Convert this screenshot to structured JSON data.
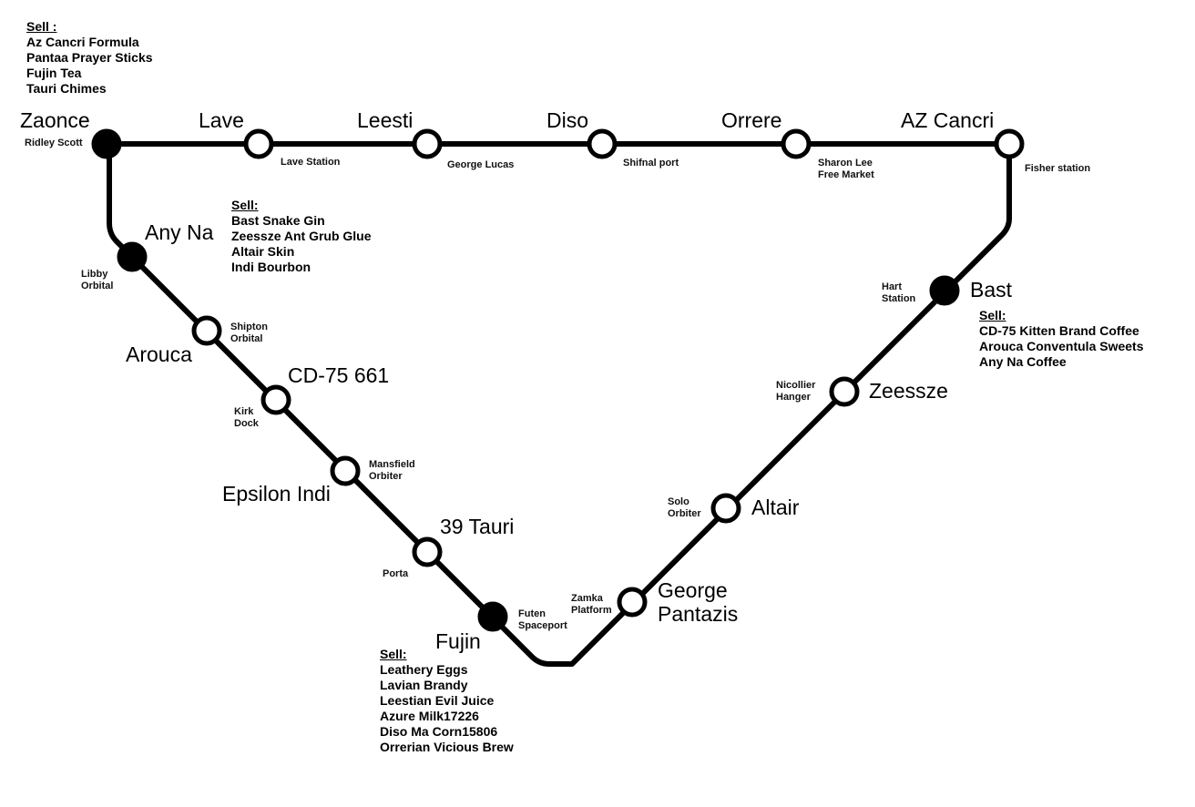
{
  "stations": [
    {
      "name": "Zaonce",
      "port": [
        "Ridley Scott"
      ],
      "hub": true
    },
    {
      "name": "Lave",
      "port": [
        "Lave Station"
      ],
      "hub": false
    },
    {
      "name": "Leesti",
      "port": [
        "George Lucas"
      ],
      "hub": false
    },
    {
      "name": "Diso",
      "port": [
        "Shifnal port"
      ],
      "hub": false
    },
    {
      "name": "Orrere",
      "port": [
        "Sharon Lee",
        "Free Market"
      ],
      "hub": false
    },
    {
      "name": "AZ Cancri",
      "port": [
        "Fisher station"
      ],
      "hub": false
    },
    {
      "name": "Bast",
      "port": [
        "Hart",
        "Station"
      ],
      "hub": true
    },
    {
      "name": "Zeessze",
      "port": [
        "Nicollier",
        "Hanger"
      ],
      "hub": false
    },
    {
      "name": "Altair",
      "port": [
        "Solo",
        "Orbiter"
      ],
      "hub": false
    },
    {
      "name": [
        "George",
        "Pantazis"
      ],
      "port": [
        "Zamka",
        "Platform"
      ],
      "hub": false
    },
    {
      "name": "Fujin",
      "port": [
        "Futen",
        "Spaceport"
      ],
      "hub": true
    },
    {
      "name": "39 Tauri",
      "port": [
        "Porta"
      ],
      "hub": false
    },
    {
      "name": "Epsilon Indi",
      "port": [
        "Mansfield",
        "Orbiter"
      ],
      "hub": false
    },
    {
      "name": "CD-75 661",
      "port": [
        "Kirk",
        "Dock"
      ],
      "hub": false
    },
    {
      "name": "Arouca",
      "port": [
        "Shipton",
        "Orbital"
      ],
      "hub": false
    },
    {
      "name": "Any Na",
      "port": [
        "Libby",
        "Orbital"
      ],
      "hub": true
    }
  ],
  "sell_lists": {
    "zaonce": {
      "heading": "Sell :",
      "items": [
        "Az Cancri Formula",
        "Pantaa Prayer Sticks",
        "Fujin Tea",
        "Tauri Chimes"
      ]
    },
    "any_na": {
      "heading": "Sell:",
      "items": [
        "Bast Snake Gin",
        "Zeessze Ant Grub Glue",
        "Altair Skin",
        "Indi Bourbon"
      ]
    },
    "bast": {
      "heading": "Sell:",
      "items": [
        "CD-75 Kitten Brand Coffee",
        "Arouca Conventula Sweets",
        "Any Na Coffee"
      ]
    },
    "fujin": {
      "heading": "Sell:",
      "items": [
        "Leathery Eggs",
        "Lavian Brandy",
        "Leestian Evil Juice",
        "Azure Milk17226",
        "Diso Ma Corn15806",
        "Orrerian Vicious Brew"
      ]
    }
  },
  "colors": {
    "line": "#000000",
    "background": "#ffffff"
  }
}
